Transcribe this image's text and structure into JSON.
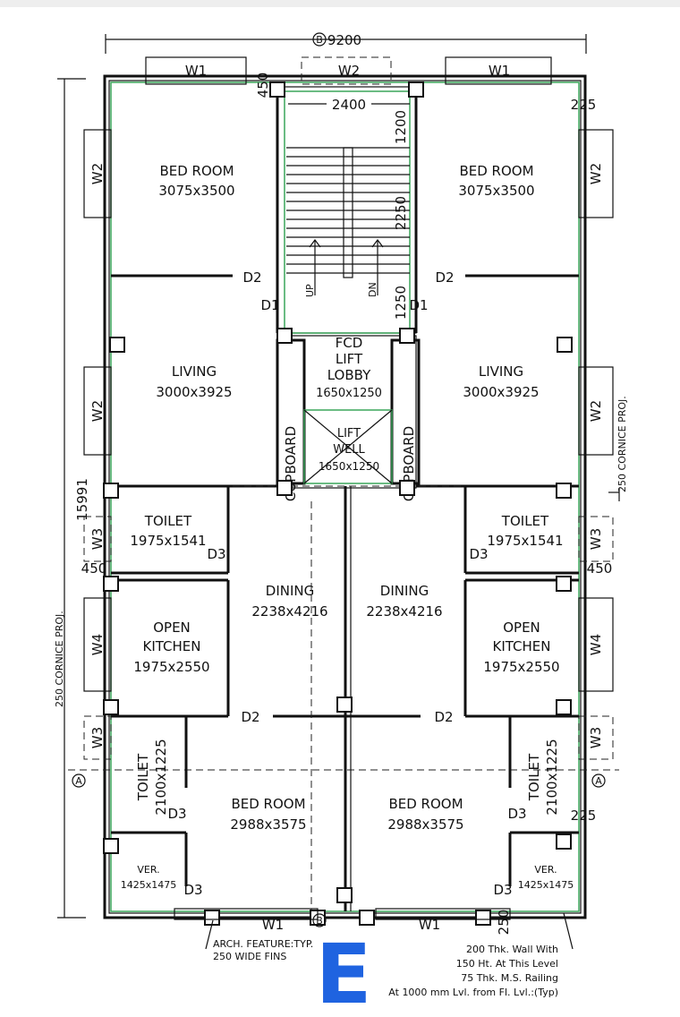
{
  "overall": {
    "width": "9200",
    "depth": "15991"
  },
  "grid_bubbles": {
    "top": "B",
    "bottom": "B",
    "left": "A",
    "right": "A"
  },
  "rooms": {
    "bed_tl": {
      "name": "BED ROOM",
      "size": "3075x3500"
    },
    "bed_tr": {
      "name": "BED ROOM",
      "size": "3075x3500"
    },
    "living_l": {
      "name": "LIVING",
      "size": "3000x3925"
    },
    "living_r": {
      "name": "LIVING",
      "size": "3000x3925"
    },
    "lobby": {
      "line1": "FCD",
      "line2": "LIFT",
      "line3": "LOBBY",
      "size": "1650x1250"
    },
    "lift": {
      "line1": "LIFT",
      "line2": "WELL",
      "size": "1650x1250"
    },
    "cupboard_l": "CUPBOARD",
    "cupboard_r": "CUPBOARD",
    "toilet_l": {
      "name": "TOILET",
      "size": "1975x1541"
    },
    "toilet_r": {
      "name": "TOILET",
      "size": "1975x1541"
    },
    "dining_l": {
      "name": "DINING",
      "size": "2238x4216"
    },
    "dining_r": {
      "name": "DINING",
      "size": "2238x4216"
    },
    "kitchen_l": {
      "line1": "OPEN",
      "line2": "KITCHEN",
      "size": "1975x2550"
    },
    "kitchen_r": {
      "line1": "OPEN",
      "line2": "KITCHEN",
      "size": "1975x2550"
    },
    "toilet2_l": {
      "name": "TOILET",
      "size": "2100x1225"
    },
    "toilet2_r": {
      "name": "TOILET",
      "size": "2100x1225"
    },
    "bed_bl": {
      "name": "BED ROOM",
      "size": "2988x3575"
    },
    "bed_br": {
      "name": "BED ROOM",
      "size": "2988x3575"
    },
    "ver_l": {
      "name": "VER.",
      "size": "1425x1475"
    },
    "ver_r": {
      "name": "VER.",
      "size": "1425x1475"
    }
  },
  "stair": {
    "width": "2400",
    "d1": "1200",
    "d2": "2250",
    "d3": "1250",
    "up": "UP",
    "dn": "DN"
  },
  "windows": {
    "w1": "W1",
    "w2": "W2",
    "w3": "W3",
    "w4": "W4"
  },
  "doors": {
    "d1": "D1",
    "d2": "D2",
    "d3": "D3"
  },
  "dims": {
    "d450": "450",
    "d225": "225",
    "d250": "250"
  },
  "notes": {
    "cornice_right": "250 CORNICE PROJ.",
    "cornice_left": "250 CORNICE PROJ.",
    "arch1": "ARCH. FEATURE:TYP.",
    "arch2": "250 WIDE FINS",
    "rail1": "200 Thk. Wall With",
    "rail2": "150 Ht. At This Level",
    "rail3": "75 Thk. M.S. Railing",
    "rail4": "At 1000 mm Lvl. from Fl. Lvl.:(Typ)"
  },
  "watermark": {
    "letter": "E",
    "color": "#1f63e0"
  },
  "colors": {
    "green_line": "#3aa65a",
    "ink": "#111111"
  }
}
